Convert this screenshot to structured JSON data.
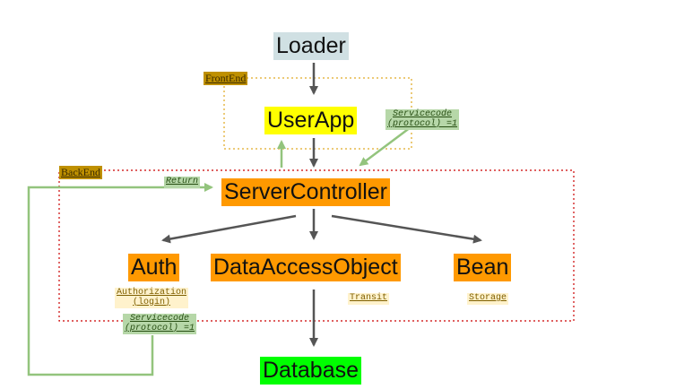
{
  "nodes": {
    "loader": "Loader",
    "user_app": "UserApp",
    "server_controller": "ServerController",
    "auth": "Auth",
    "data_access_object": "DataAccessObject",
    "bean": "Bean",
    "database": "Database"
  },
  "labels": {
    "frontend": "FrontEnd",
    "backend": "BackEnd",
    "servicecode_top_line1": "Servicecode",
    "servicecode_top_line2": "(protocol) =1",
    "return": "Return",
    "authorization_line1": "Authorization",
    "authorization_line2": "(login)",
    "servicecode_bottom_line1": "Servicecode",
    "servicecode_bottom_line2": "(protocol) =1",
    "transit": "Transit",
    "storage": "Storage"
  },
  "colors": {
    "loader": "#d0e0e3",
    "user_app": "#ffff00",
    "orange_nodes": "#ff9900",
    "database": "#00ff00",
    "frontend_border": "#e6b84a",
    "backend_border": "#cc0000",
    "main_arrow": "#555555",
    "green_arrow": "#93c47d"
  }
}
